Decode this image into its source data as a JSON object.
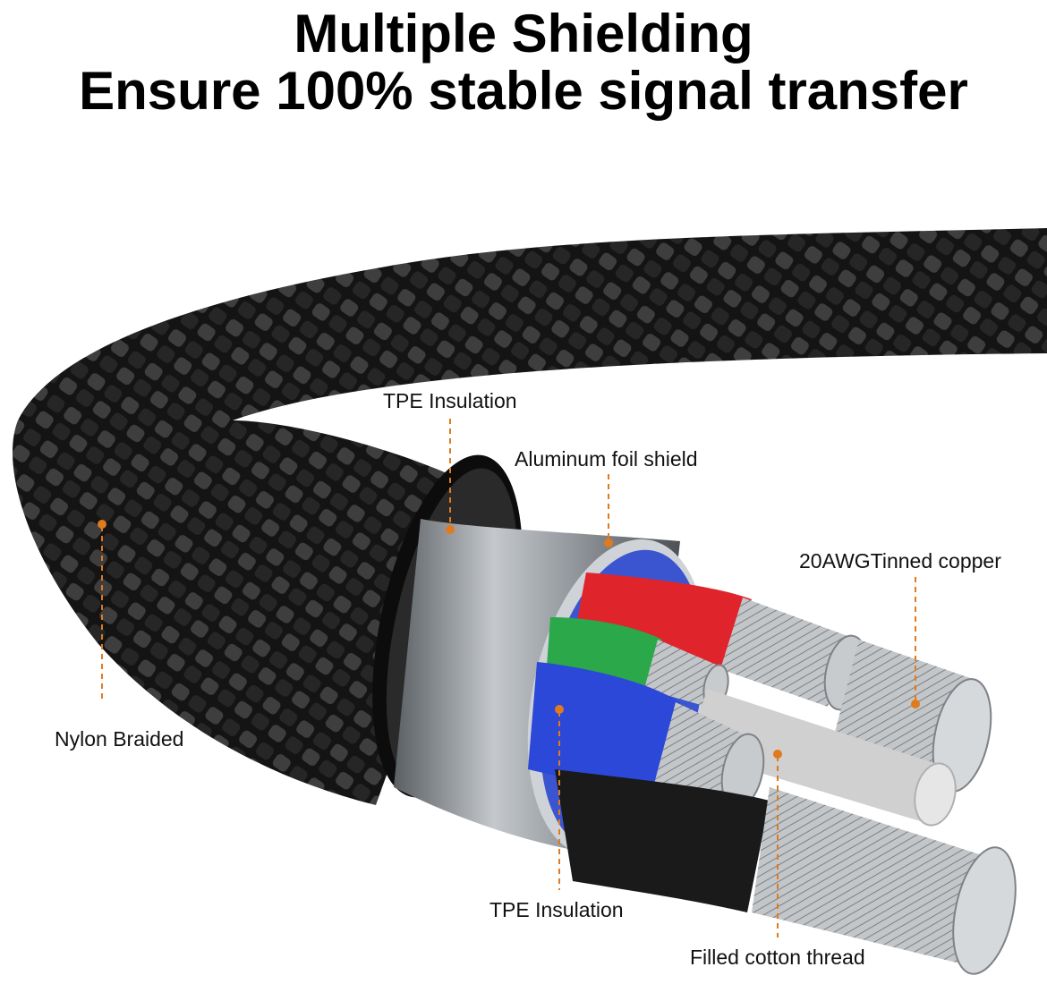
{
  "header": {
    "title_line1": "Multiple Shielding",
    "title_line2": "Ensure 100% stable signal transfer"
  },
  "labels": {
    "tpe_insulation_top": "TPE Insulation",
    "aluminum_foil_shield": "Aluminum foil shield",
    "copper": "20AWGTinned copper",
    "nylon_braided": "Nylon Braided",
    "tpe_insulation_bottom": "TPE Insulation",
    "cotton_thread": "Filled cotton thread"
  },
  "colors": {
    "leader_line": "#e07a1f",
    "braid_dark": "#141414",
    "braid_light": "#4a4a4a",
    "wire_red": "#e0242c",
    "wire_green": "#2aa84a",
    "wire_blue": "#2c48d8",
    "wire_black": "#1a1a1a",
    "copper_strand": "#b9bcbf",
    "cotton": "#d8d8d8",
    "foil": "#9aa0a6"
  }
}
